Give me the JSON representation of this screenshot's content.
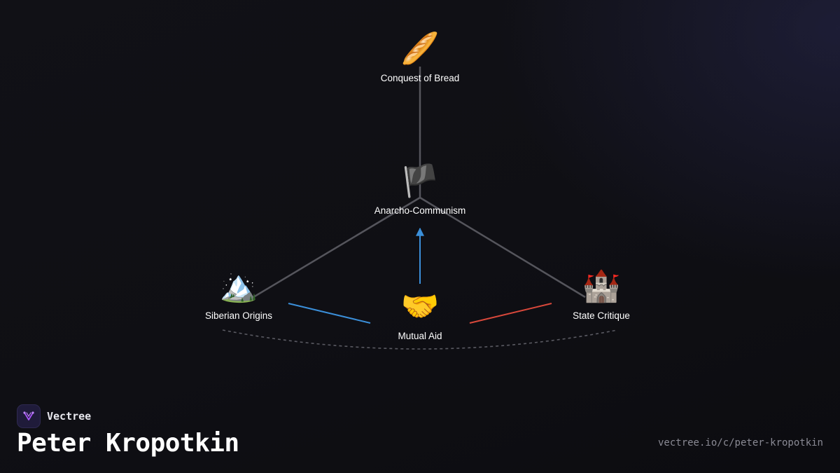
{
  "nodes": {
    "conquest": {
      "label": "Conquest of Bread",
      "icon": "bread-icon",
      "glyph": "🥖"
    },
    "anarcho": {
      "label": "Anarcho-Communism",
      "icon": "black-flag-icon",
      "glyph": "🏴"
    },
    "siberian": {
      "label": "Siberian Origins",
      "icon": "mountain-icon",
      "glyph": "🏔️"
    },
    "mutual": {
      "label": "Mutual Aid",
      "icon": "handshake-icon",
      "glyph": "🤝"
    },
    "state": {
      "label": "State Critique",
      "icon": "castle-icon",
      "glyph": "🏰"
    }
  },
  "colors": {
    "tree_link": "#55555c",
    "blue_link": "#3b8fd9",
    "red_link": "#d9483b",
    "arc": "#5a5a62",
    "brand_accent": "#a855f7"
  },
  "brand": {
    "name": "Vectree",
    "logo_icon": "vectree-logo-icon"
  },
  "page": {
    "title": "Peter Kropotkin",
    "url": "vectree.io/c/peter-kropotkin"
  }
}
